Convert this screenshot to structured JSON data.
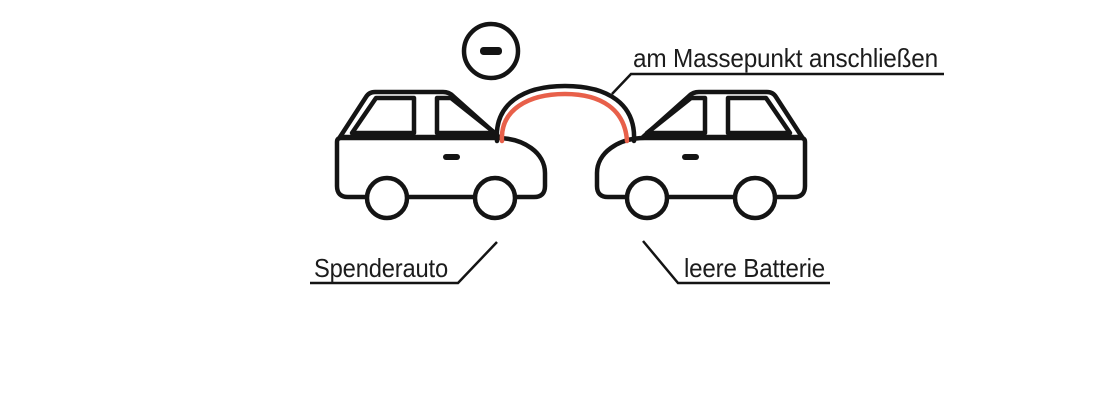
{
  "diagram": {
    "type": "jump-start-instruction-illustration",
    "background": "#ffffff",
    "stroke_color": "#141414",
    "text_color": "#1c1c1c",
    "terminal_badge": {
      "icon": "minus-icon",
      "symbol": "−",
      "meaning": "negative terminal"
    },
    "cable": {
      "annotation": "am Massepunkt anschließen",
      "outer_color": "#141414",
      "inner_color": "#e8604a"
    },
    "donor_car": {
      "label": "Spenderauto"
    },
    "recipient_car": {
      "label": "leere Batterie"
    }
  }
}
